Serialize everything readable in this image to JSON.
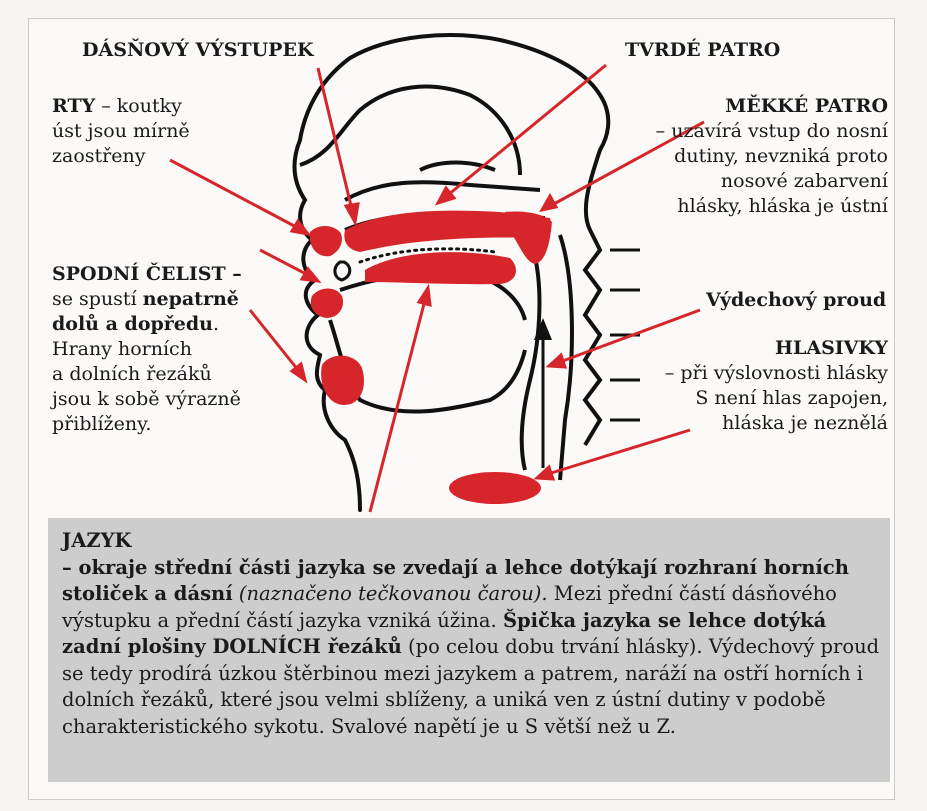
{
  "labels": {
    "dasnovy": "DÁSŇOVÝ VÝSTUPEK",
    "tvrde": "TVRDÉ PATRO",
    "rty_head": "RTY",
    "rty_rest": " – koutky",
    "rty_line2": "úst jsou mírně",
    "rty_line3": "zaostřeny",
    "mekke_head": "MĚKKÉ PATRO",
    "mekke_line1": "– uzavírá vstup do nosní",
    "mekke_line2": "dutiny, nevzniká proto",
    "mekke_line3": "nosové zabarvení",
    "mekke_line4": "hlásky, hláska je ústní",
    "spodni_head": "SPODNÍ ČELIST –",
    "spodni_line2a": "se spustí ",
    "spodni_line2b": "nepatrně",
    "spodni_line3": "dolů a dopředu",
    "spodni_line3end": ".",
    "spodni_line4": "Hrany horních",
    "spodni_line5": "a dolních řezáků",
    "spodni_line6": "jsou k sobě výrazně",
    "spodni_line7": "přiblíženy.",
    "vydech": "Výdechový proud",
    "hlasivky_head": "HLASIVKY",
    "hlasivky_line1": "– při výslovnosti hlásky",
    "hlasivky_line2": "S není hlas zapojen,",
    "hlasivky_line3": "hláska je neznělá"
  },
  "jazyk": {
    "head": "JAZYK",
    "bold1": "– okraje střední části jazyka se zvedají a lehce dotýkají rozhraní horních stoliček a dásní",
    "italic1": " (naznačeno tečkovanou čarou).",
    "text1": " Mezi přední částí dásňového výstupku a přední částí jazyka vzniká úžina. ",
    "bold2": "Špička jazyka se lehce dotýká zadní plošiny DOLNÍCH řezáků",
    "text2": " (po celou dobu trvání hlásky). Výdechový proud se tedy prodírá úzkou štěrbinou mezi jazykem a patrem, naráží na ostří horních i dolních řezáků, které jsou velmi sblíženy, a uniká ven z ústní dutiny v podobě charakteristického sykotu. Svalové napětí je u S větší než u Z."
  },
  "colors": {
    "accent": "#d7262b",
    "box": "#cdcdcd"
  }
}
